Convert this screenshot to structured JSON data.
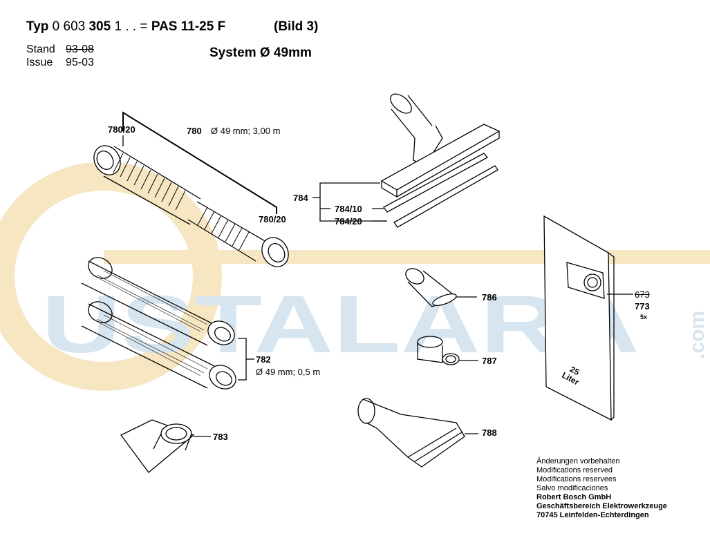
{
  "header": {
    "typ_label": "Typ",
    "typ_number_plain": "0 603",
    "typ_number_bold": "305",
    "typ_suffix": "1 . . =",
    "model": "PAS 11-25 F",
    "bild": "(Bild 3)",
    "stand_label": "Stand",
    "stand_value": "93-08",
    "issue_label": "Issue",
    "issue_value": "95-03",
    "system": "System Ø 49mm"
  },
  "watermark": {
    "text": "USTALARA",
    "suffix": ".com",
    "color": "#cfe0ec",
    "accent_color": "#f3dfb0"
  },
  "parts": {
    "p780_20_top": "780/20",
    "p780": "780",
    "p780_desc": "Ø 49 mm; 3,00 m",
    "p780_20_bottom": "780/20",
    "p784": "784",
    "p784_10": "784/10",
    "p784_20": "784/20",
    "p786": "786",
    "p673": "673",
    "p773": "773",
    "p773_qty": "5x",
    "bag_label": "25\nLiter",
    "p782": "782",
    "p782_desc": "Ø 49 mm; 0,5 m",
    "p787": "787",
    "p783": "783",
    "p788": "788"
  },
  "footer": {
    "line1": "Änderungen vorbehalten",
    "line2": "Modifications reserved",
    "line3": "Modifications reservees",
    "line4": "Salvo modificaciones",
    "line5": "Robert Bosch GmbH",
    "line6": "Geschäftsbereich Elektrowerkzeuge",
    "line7": "70745 Leinfelden-Echterdingen"
  }
}
